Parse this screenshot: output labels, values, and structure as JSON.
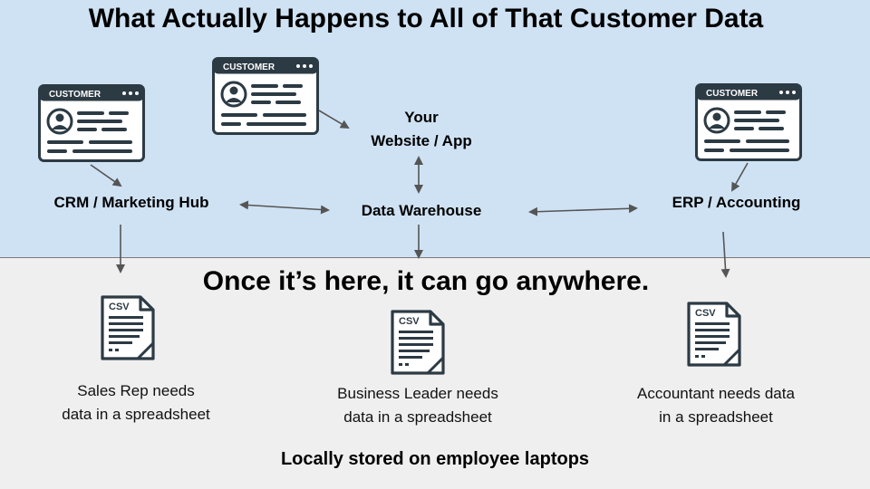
{
  "title": "What Actually Happens to All of That Customer Data",
  "subtitle": "Once it’s here, it can go anywhere.",
  "card_label": "CUSTOMER",
  "nodes": {
    "website_line1": "Your",
    "website_line2": "Website / App",
    "crm": "CRM / Marketing Hub",
    "warehouse": "Data Warehouse",
    "erp": "ERP / Accounting"
  },
  "csv_tag": "CSV",
  "csv_files": [
    {
      "line1": "Sales Rep needs",
      "line2": "data in a spreadsheet"
    },
    {
      "line1": "Business Leader needs",
      "line2": "data in a spreadsheet"
    },
    {
      "line1": "Accountant needs data",
      "line2": "in a spreadsheet"
    }
  ],
  "footer": "Locally stored on employee laptops",
  "colors": {
    "top_band": "#cfe2f3",
    "bottom_band": "#efefef",
    "icon_dark": "#2c3a44",
    "arrow": "#555555"
  }
}
